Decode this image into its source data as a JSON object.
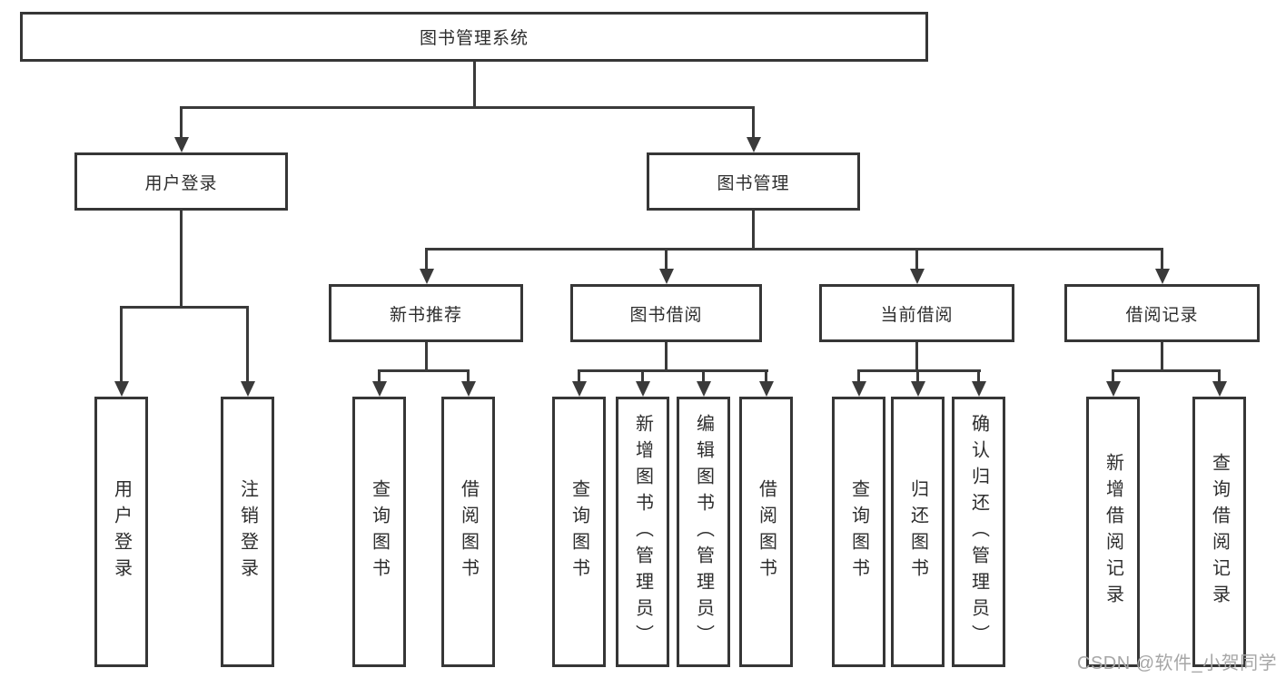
{
  "diagram": {
    "title": "图书管理系统",
    "colors": {
      "line": "#3a3a3a",
      "border": "#363636",
      "text": "#2d2d2d",
      "watermark": "#a6a6a6",
      "background": "#ffffff"
    },
    "nodes": {
      "root": "图书管理系统",
      "user_login": "用户登录",
      "book_management": "图书管理",
      "new_book_recommend": "新书推荐",
      "book_borrowing": "图书借阅",
      "current_borrowing": "当前借阅",
      "borrowing_records": "借阅记录",
      "leaves": {
        "user_login": [
          "用户登录",
          "注销登录"
        ],
        "new_book_recommend": [
          "查询图书",
          "借阅图书"
        ],
        "book_borrowing": [
          "查询图书",
          "新增图书（管理员）",
          "编辑图书（管理员）",
          "借阅图书"
        ],
        "current_borrowing": [
          "查询图书",
          "归还图书",
          "确认归还（管理员）"
        ],
        "borrowing_records": [
          "新增借阅记录",
          "查询借阅记录"
        ]
      }
    },
    "watermark": "CSDN @软件_小贺同学"
  }
}
